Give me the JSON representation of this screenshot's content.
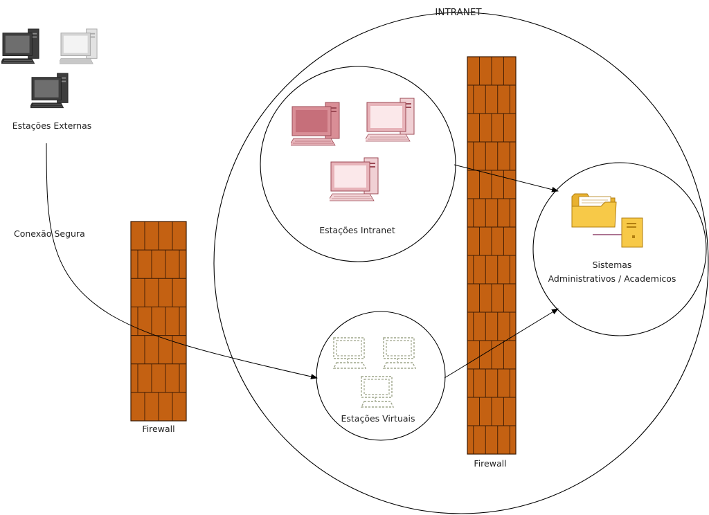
{
  "intranet_label": "INTRANET",
  "external_stations_label": "Estações Externas",
  "secure_connection_label": "Conexão Segura",
  "intranet_stations_label": "Estações Intranet",
  "virtual_stations_label": "Estações Virtuais",
  "systems_label_line1": "Sistemas",
  "systems_label_line2": "Administrativos / Academicos",
  "firewall_left_label": "Firewall",
  "firewall_right_label": "Firewall",
  "colors": {
    "brick": "#c46112",
    "brick_line": "#3a1a05",
    "external_pc_dark": "#555555",
    "external_pc_light": "#d0d0d0",
    "intranet_pc": "#d98e96",
    "intranet_pc_light": "#f2c6cc",
    "virtual_pc": "#9ea58a",
    "folder": "#f7c948",
    "server": "#f7c948"
  }
}
